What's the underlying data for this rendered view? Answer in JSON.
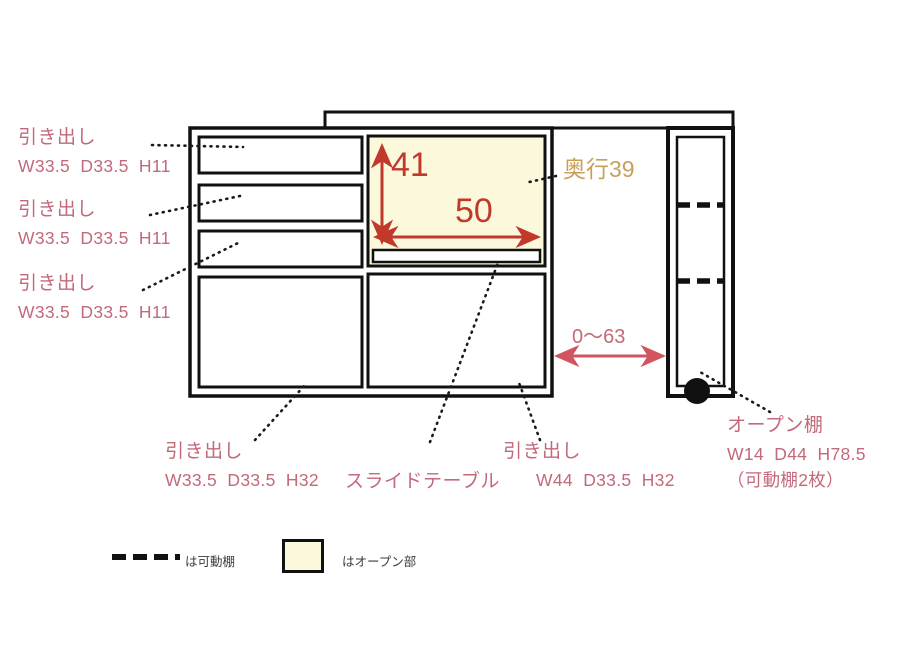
{
  "diagram": {
    "title_alt": "furniture-dimension-diagram",
    "colors": {
      "label_rose": "#c2697a",
      "dimension_red": "#c0392b",
      "depth_tan": "#c8a05a",
      "open_fill": "#fbf8dc",
      "outline_black": "#111111",
      "background": "#ffffff"
    },
    "left_labels": [
      {
        "name": "引き出し",
        "dims": "W33.5  D33.5  H11"
      },
      {
        "name": "引き出し",
        "dims": "W33.5  D33.5  H11"
      },
      {
        "name": "引き出し",
        "dims": "W33.5  D33.5  H11"
      }
    ],
    "bottom_labels": [
      {
        "name": "引き出し",
        "dims": "W33.5  D33.5  H32"
      },
      {
        "name": "スライドテーブル",
        "dims": ""
      },
      {
        "name": "引き出し",
        "dims": "W44  D33.5  H32"
      }
    ],
    "right_label": {
      "name": "オープン棚",
      "dims": "W14  D44  H78.5",
      "note": "（可動棚2枚）"
    },
    "dimensions": {
      "open_height": "41",
      "open_width": "50",
      "depth": "奥行39",
      "gap_range": "0〜63"
    },
    "legend": [
      {
        "icon": "dashed-line",
        "text": "は可動棚"
      },
      {
        "icon": "cream-swatch",
        "text": "はオープン部"
      }
    ]
  }
}
